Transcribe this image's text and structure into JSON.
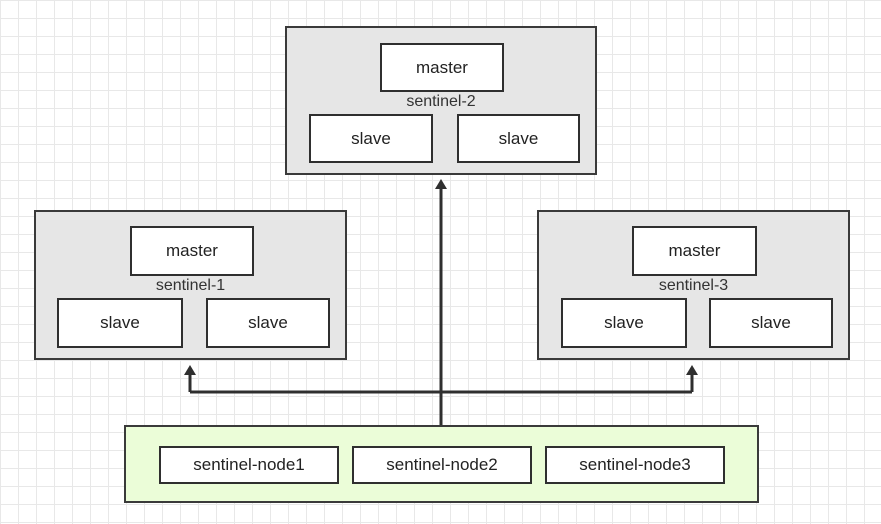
{
  "groups": [
    {
      "sentinel": "sentinel-2",
      "master": "master",
      "slaves": [
        "slave",
        "slave"
      ]
    },
    {
      "sentinel": "sentinel-1",
      "master": "master",
      "slaves": [
        "slave",
        "slave"
      ]
    },
    {
      "sentinel": "sentinel-3",
      "master": "master",
      "slaves": [
        "slave",
        "slave"
      ]
    }
  ],
  "sentinel_nodes": [
    "sentinel-node1",
    "sentinel-node2",
    "sentinel-node3"
  ],
  "colors": {
    "group_fill": "#e6e6e6",
    "client_fill": "#ebfdd8",
    "stroke": "#2f2f2f"
  }
}
